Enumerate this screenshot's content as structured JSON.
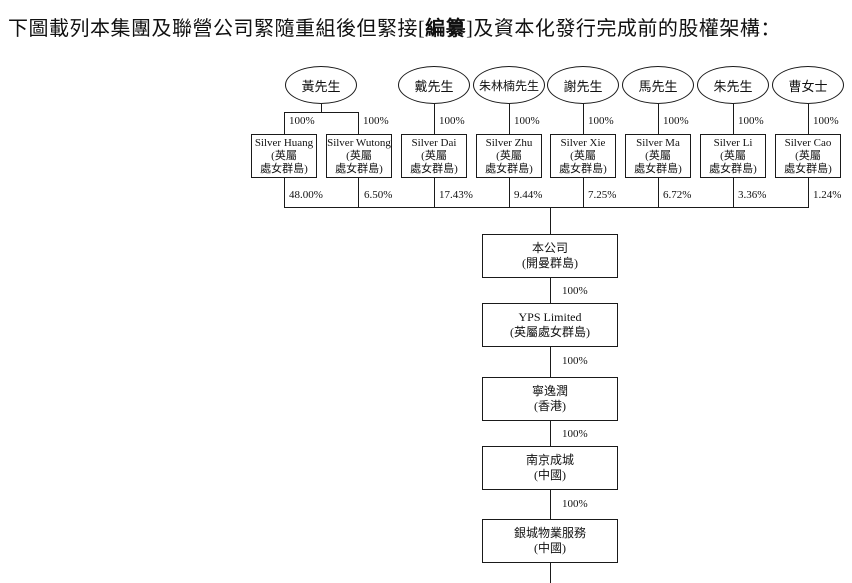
{
  "title": {
    "pre": "下圖載列本集團及聯營公司緊隨重組後但緊接[",
    "redacted": "編纂",
    "post": "]及資本化發行完成前的股權架構："
  },
  "percent_full": "100%",
  "owners": [
    {
      "label": "黃先生"
    },
    {
      "label": "戴先生"
    },
    {
      "label": "朱林楠先生"
    },
    {
      "label": "謝先生"
    },
    {
      "label": "馬先生"
    },
    {
      "label": "朱先生"
    },
    {
      "label": "曹女士"
    }
  ],
  "holding_companies": [
    {
      "name": "Silver Huang",
      "region_line1": "(英屬",
      "region_line2": "處女群島)",
      "stake": "48.00%"
    },
    {
      "name": "Silver Wutong",
      "region_line1": "(英屬",
      "region_line2": "處女群島)",
      "stake": "6.50%"
    },
    {
      "name": "Silver Dai",
      "region_line1": "(英屬",
      "region_line2": "處女群島)",
      "stake": "17.43%"
    },
    {
      "name": "Silver Zhu",
      "region_line1": "(英屬",
      "region_line2": "處女群島)",
      "stake": "9.44%"
    },
    {
      "name": "Silver Xie",
      "region_line1": "(英屬",
      "region_line2": "處女群島)",
      "stake": "7.25%"
    },
    {
      "name": "Silver Ma",
      "region_line1": "(英屬",
      "region_line2": "處女群島)",
      "stake": "6.72%"
    },
    {
      "name": "Silver Li",
      "region_line1": "(英屬",
      "region_line2": "處女群島)",
      "stake": "3.36%"
    },
    {
      "name": "Silver Cao",
      "region_line1": "(英屬",
      "region_line2": "處女群島)",
      "stake": "1.24%"
    }
  ],
  "chain": [
    {
      "name": "本公司",
      "region": "(開曼群島)",
      "stake_below": "100%"
    },
    {
      "name": "YPS Limited",
      "region": "(英屬處女群島)",
      "stake_below": "100%"
    },
    {
      "name": "寧逸潤",
      "region": "(香港)",
      "stake_below": "100%"
    },
    {
      "name": "南京成城",
      "region": "(中國)",
      "stake_below": "100%"
    },
    {
      "name": "銀城物業服務",
      "region": "(中國)"
    }
  ]
}
